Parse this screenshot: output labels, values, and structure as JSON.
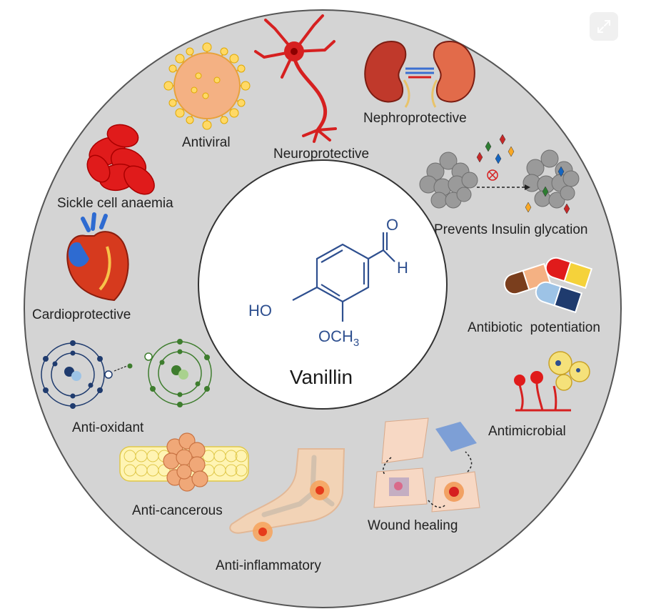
{
  "center": {
    "molecule_name": "Vanillin",
    "label_ho": "HO",
    "label_h": "H",
    "label_o": "O",
    "label_och": "OCH",
    "label_sub3": "3"
  },
  "properties": [
    {
      "id": "antiviral",
      "label": "Antiviral",
      "icon": "virus-icon"
    },
    {
      "id": "neuroprotective",
      "label": "Neuroprotective",
      "icon": "neuron-icon"
    },
    {
      "id": "nephroprotective",
      "label": "Nephroprotective",
      "icon": "kidney-icon"
    },
    {
      "id": "insulin",
      "label": "Prevents Insulin glycation",
      "icon": "protein-glycation-icon"
    },
    {
      "id": "antibiotic",
      "label": "Antibiotic  potentiation",
      "icon": "capsules-icon"
    },
    {
      "id": "antimicrobial",
      "label": "Antimicrobial",
      "icon": "microbe-icon"
    },
    {
      "id": "wound",
      "label": "Wound healing",
      "icon": "skin-cells-icon"
    },
    {
      "id": "antiinflammatory",
      "label": "Anti-inflammatory",
      "icon": "inflamed-foot-icon"
    },
    {
      "id": "anticancerous",
      "label": "Anti-cancerous",
      "icon": "tumor-cells-icon"
    },
    {
      "id": "antioxidant",
      "label": "Anti-oxidant",
      "icon": "atoms-electron-icon"
    },
    {
      "id": "cardioprotective",
      "label": "Cardioprotective",
      "icon": "heart-icon"
    },
    {
      "id": "sickle",
      "label": "Sickle cell anaemia",
      "icon": "red-blood-cells-icon"
    }
  ],
  "colors": {
    "ring": "#d4d4d4",
    "molecule": "#2e4f8f",
    "inner": "#ffffff"
  },
  "expand_icon": "expand-icon"
}
